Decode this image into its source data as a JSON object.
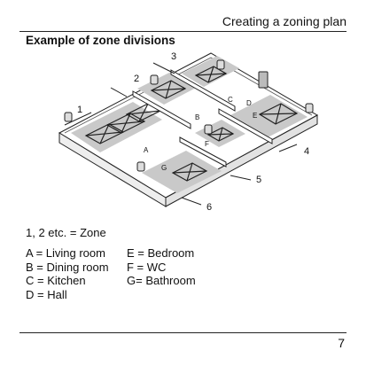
{
  "header": {
    "title": "Creating a zoning plan"
  },
  "section": {
    "heading": "Example of zone divisions"
  },
  "diagram": {
    "zone_numbers": [
      "1",
      "2",
      "3",
      "4",
      "5",
      "6"
    ],
    "room_letters": [
      "A",
      "B",
      "C",
      "D",
      "E",
      "F",
      "G"
    ]
  },
  "legend": {
    "zone_definition": "1, 2 etc. = Zone",
    "rooms_left": [
      "A = Living room",
      "B = Dining room",
      "C = Kitchen",
      "D = Hall"
    ],
    "rooms_right": [
      "E = Bedroom",
      "F = WC",
      "G= Bathroom"
    ]
  },
  "footer": {
    "page_number": "7"
  }
}
